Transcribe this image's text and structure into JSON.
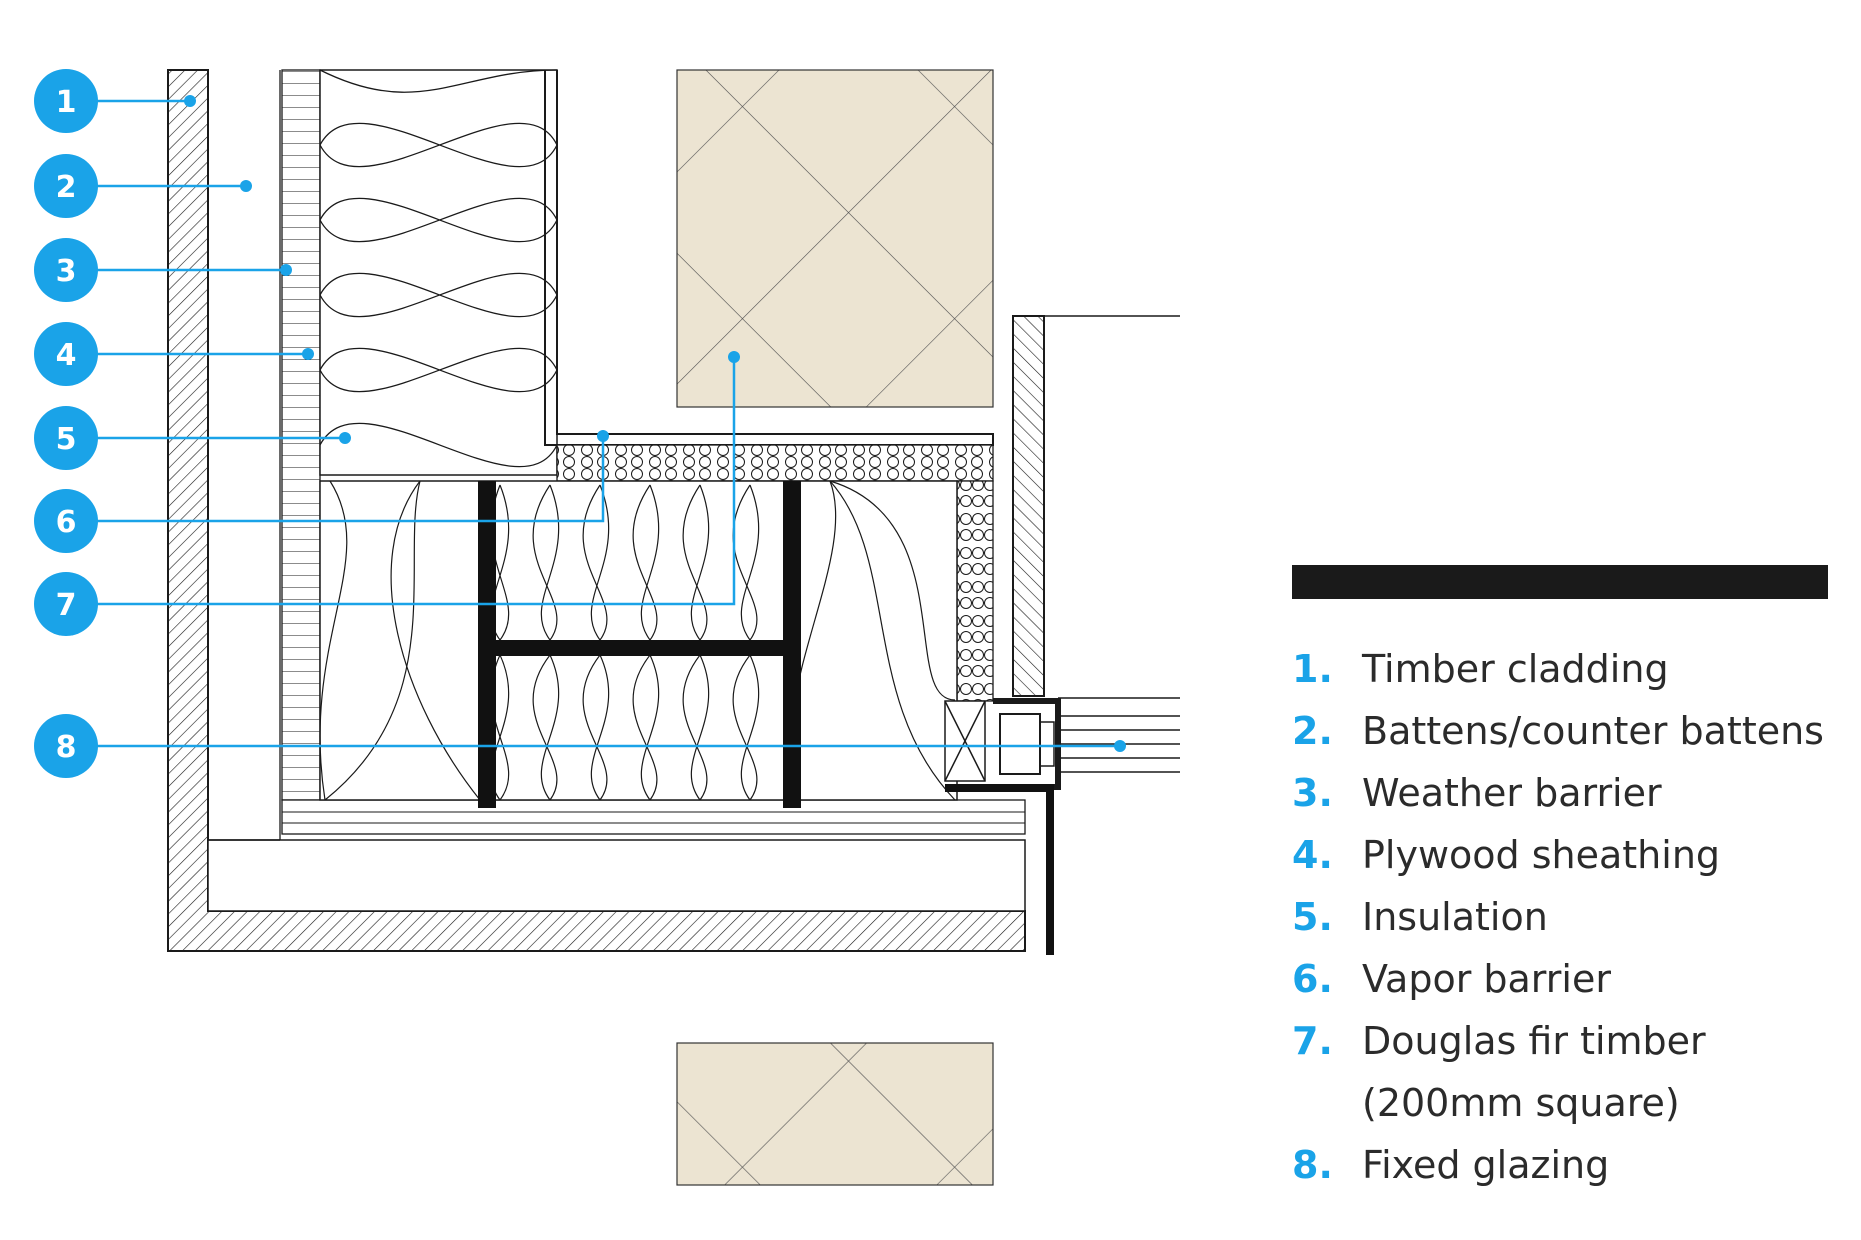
{
  "colors": {
    "accent": "#1aa3e8",
    "line": "#1a1a1a",
    "tile_fill": "#ece4d2",
    "legend_bar": "#1a1a1a"
  },
  "callouts": [
    "1",
    "2",
    "3",
    "4",
    "5",
    "6",
    "7",
    "8"
  ],
  "legend": [
    {
      "num": "1.",
      "lines": [
        "Timber cladding"
      ]
    },
    {
      "num": "2.",
      "lines": [
        "Battens/counter battens"
      ]
    },
    {
      "num": "3.",
      "lines": [
        "Weather barrier"
      ]
    },
    {
      "num": "4.",
      "lines": [
        "Plywood sheathing"
      ]
    },
    {
      "num": "5.",
      "lines": [
        "Insulation"
      ]
    },
    {
      "num": "6.",
      "lines": [
        "Vapor barrier"
      ]
    },
    {
      "num": "7.",
      "lines": [
        "Douglas fir timber",
        "(200mm square)"
      ]
    },
    {
      "num": "8.",
      "lines": [
        "Fixed glazing"
      ]
    }
  ]
}
